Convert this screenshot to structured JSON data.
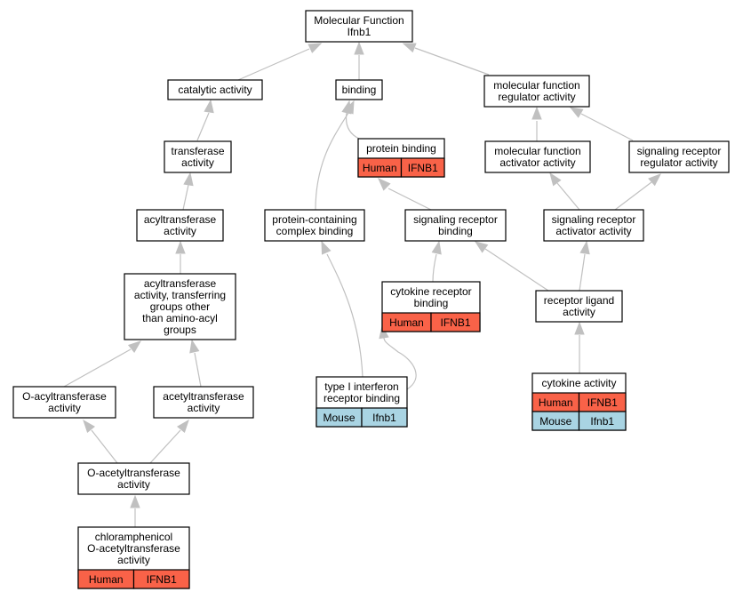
{
  "colors": {
    "human": "#f96248",
    "mouse": "#a9d4e3",
    "edge": "#c0c0c0"
  },
  "nodes": {
    "root": {
      "lines": [
        "Molecular Function",
        "Ifnb1"
      ]
    },
    "catalytic": {
      "lines": [
        "catalytic activity"
      ]
    },
    "binding": {
      "lines": [
        "binding"
      ]
    },
    "mfreg": {
      "lines": [
        "molecular function",
        "regulator activity"
      ]
    },
    "transferase": {
      "lines": [
        "transferase",
        "activity"
      ]
    },
    "protbind": {
      "lines": [
        "protein binding"
      ],
      "annotations": [
        {
          "species": "Human",
          "gene": "IFNB1"
        }
      ]
    },
    "mfact": {
      "lines": [
        "molecular function",
        "activator activity"
      ]
    },
    "srreg": {
      "lines": [
        "signaling receptor",
        "regulator activity"
      ]
    },
    "acyltrans": {
      "lines": [
        "acyltransferase",
        "activity"
      ]
    },
    "pcbind": {
      "lines": [
        "protein-containing",
        "complex binding"
      ]
    },
    "srbind": {
      "lines": [
        "signaling receptor",
        "binding"
      ]
    },
    "sract": {
      "lines": [
        "signaling receptor",
        "activator activity"
      ]
    },
    "acyltransgroups": {
      "lines": [
        "acyltransferase",
        "activity, transferring",
        "groups other",
        "than amino-acyl",
        "groups"
      ]
    },
    "cytorecbind": {
      "lines": [
        "cytokine receptor",
        "binding"
      ],
      "annotations": [
        {
          "species": "Human",
          "gene": "IFNB1"
        }
      ]
    },
    "recligand": {
      "lines": [
        "receptor ligand",
        "activity"
      ]
    },
    "oacyl": {
      "lines": [
        "O-acyltransferase",
        "activity"
      ]
    },
    "acetyl": {
      "lines": [
        "acetyltransferase",
        "activity"
      ]
    },
    "ifnrec": {
      "lines": [
        "type I interferon",
        "receptor binding"
      ],
      "annotations": [
        {
          "species": "Mouse",
          "gene": "Ifnb1"
        }
      ]
    },
    "cytokine": {
      "lines": [
        "cytokine activity"
      ],
      "annotations": [
        {
          "species": "Human",
          "gene": "IFNB1"
        },
        {
          "species": "Mouse",
          "gene": "Ifnb1"
        }
      ]
    },
    "oacetyl": {
      "lines": [
        "O-acetyltransferase",
        "activity"
      ]
    },
    "chloram": {
      "lines": [
        "chloramphenicol",
        "O-acetyltransferase",
        "activity"
      ],
      "annotations": [
        {
          "species": "Human",
          "gene": "IFNB1"
        }
      ]
    }
  },
  "edges": [
    {
      "from": "catalytic",
      "to": "root"
    },
    {
      "from": "binding",
      "to": "root"
    },
    {
      "from": "mfreg",
      "to": "root"
    },
    {
      "from": "transferase",
      "to": "catalytic"
    },
    {
      "from": "protbind",
      "to": "binding"
    },
    {
      "from": "pcbind",
      "to": "binding"
    },
    {
      "from": "mfact",
      "to": "mfreg"
    },
    {
      "from": "srreg",
      "to": "mfreg"
    },
    {
      "from": "acyltrans",
      "to": "transferase"
    },
    {
      "from": "srbind",
      "to": "protbind"
    },
    {
      "from": "sract",
      "to": "mfact"
    },
    {
      "from": "sract",
      "to": "srreg"
    },
    {
      "from": "acyltransgroups",
      "to": "acyltrans"
    },
    {
      "from": "cytorecbind",
      "to": "srbind"
    },
    {
      "from": "recligand",
      "to": "srbind"
    },
    {
      "from": "recligand",
      "to": "sract"
    },
    {
      "from": "oacyl",
      "to": "acyltransgroups"
    },
    {
      "from": "acetyl",
      "to": "acyltransgroups"
    },
    {
      "from": "ifnrec",
      "to": "pcbind"
    },
    {
      "from": "ifnrec",
      "to": "cytorecbind"
    },
    {
      "from": "cytokine",
      "to": "recligand"
    },
    {
      "from": "oacetyl",
      "to": "oacyl"
    },
    {
      "from": "oacetyl",
      "to": "acetyl"
    },
    {
      "from": "chloram",
      "to": "oacetyl"
    }
  ]
}
